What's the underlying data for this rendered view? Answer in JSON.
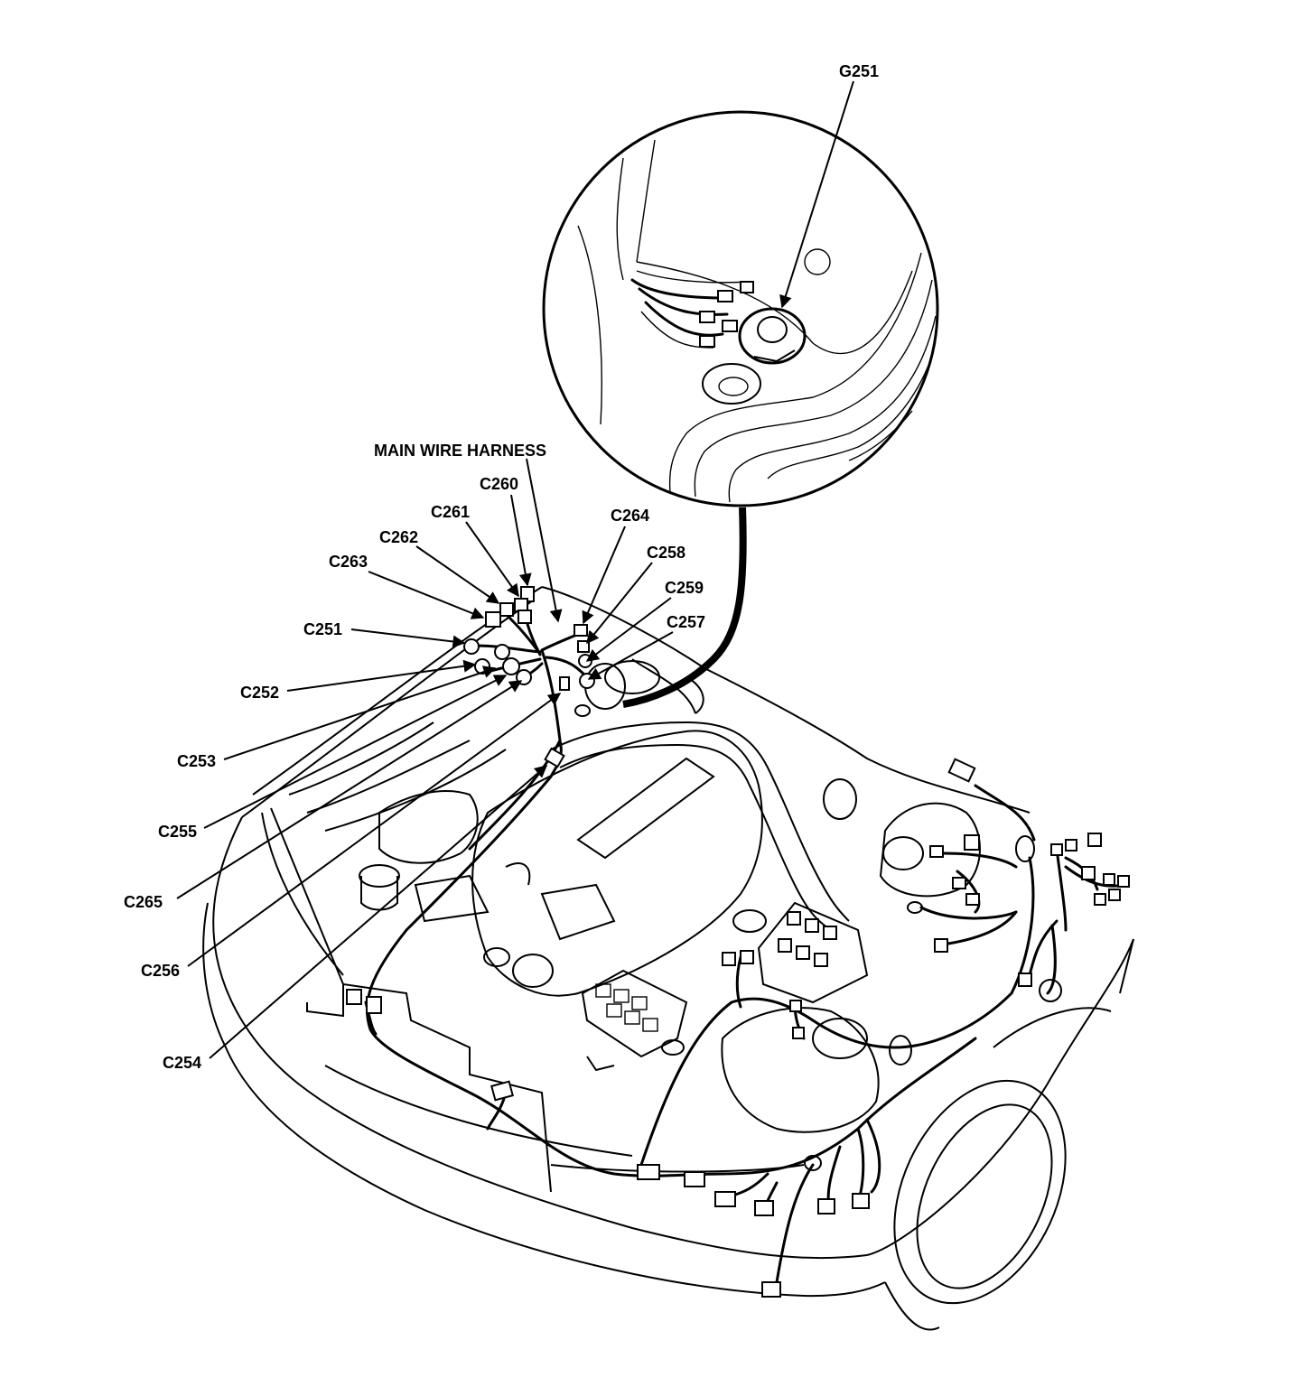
{
  "labels": {
    "g251": "G251",
    "main_wire_harness": "MAIN WIRE HARNESS",
    "c260": "C260",
    "c261": "C261",
    "c262": "C262",
    "c263": "C263",
    "c264": "C264",
    "c258": "C258",
    "c259": "C259",
    "c257": "C257",
    "c251": "C251",
    "c252": "C252",
    "c253": "C253",
    "c255": "C255",
    "c265": "C265",
    "c256": "C256",
    "c254": "C254"
  },
  "colors": {
    "line": "#000000",
    "background": "#ffffff"
  }
}
